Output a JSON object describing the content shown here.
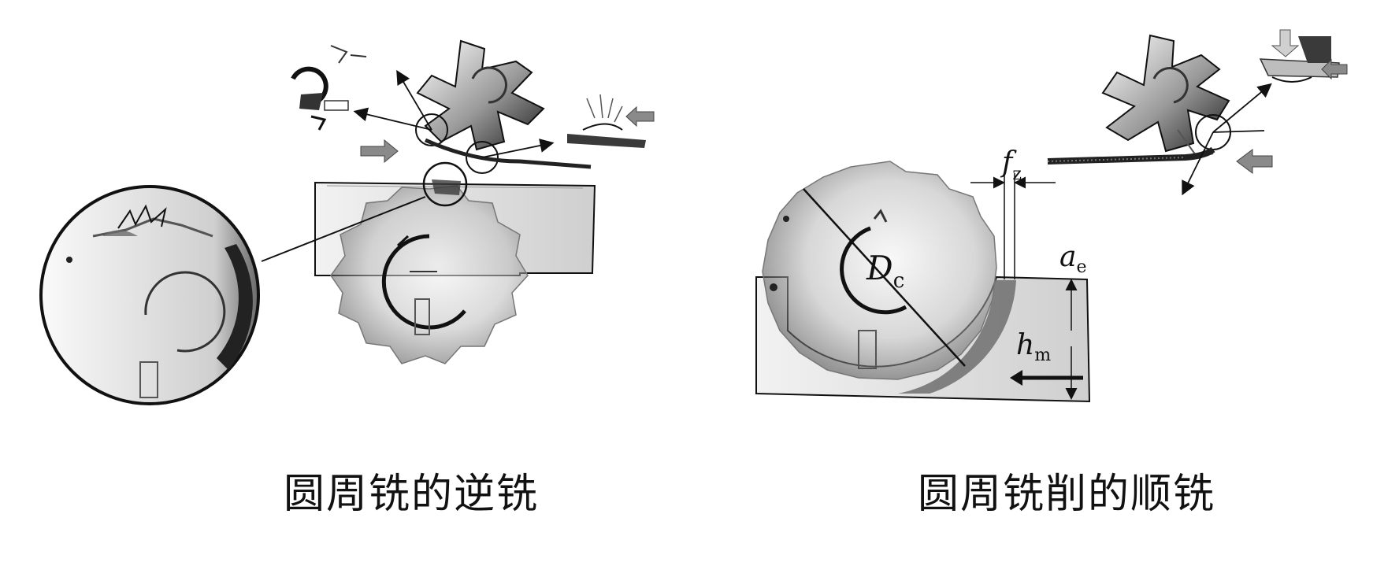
{
  "captions": {
    "left": "圆周铣的逆铣",
    "right": "圆周铣削的顺铣"
  },
  "labels": {
    "diameter": {
      "main": "D",
      "sub": "c"
    },
    "feed_per_tooth": {
      "main": "f",
      "sub": "z"
    },
    "radial_depth": {
      "main": "a",
      "sub": "e"
    },
    "chip_thickness": {
      "main": "h",
      "sub": "m"
    }
  },
  "colors": {
    "ink": "#111111",
    "shade_dark": "#3a3a3a",
    "shade_mid": "#8a8a8a",
    "shade_light": "#d8d8d8",
    "arrow_fill": "#7a7a7a"
  }
}
